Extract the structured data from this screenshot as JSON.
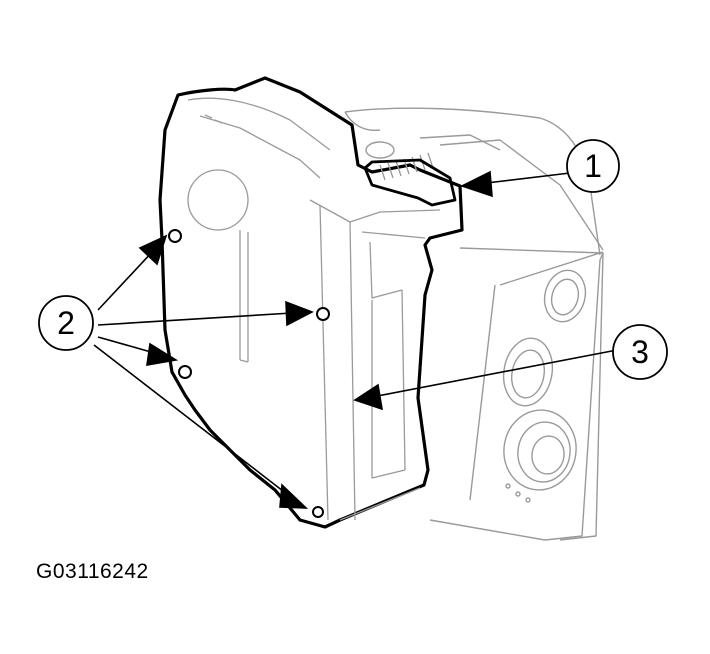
{
  "callouts": {
    "c1": "1",
    "c2": "2",
    "c3": "3"
  },
  "figure_id": "G03116242",
  "colors": {
    "outline": "#000000",
    "light_line": "#9a9a9a",
    "background": "#ffffff"
  }
}
